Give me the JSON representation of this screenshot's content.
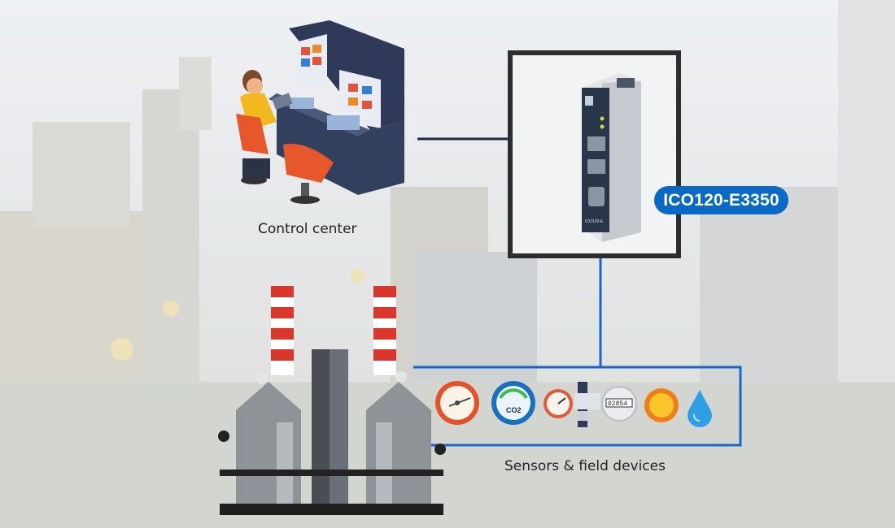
{
  "labels": {
    "control_center": "Control center",
    "sensors": "Sensors & field devices",
    "device_model": "ICO120-E3350"
  },
  "icons": [
    "control-center-operator-icon",
    "gateway-device-icon",
    "factory-chimney-icon",
    "pressure-gauge-icon",
    "co2-gauge-icon",
    "clock-gauge-icon",
    "flow-meter-icon",
    "counter-meter-icon",
    "sun-icon",
    "water-drop-icon"
  ],
  "device_text": "ICO120-E",
  "counter_value": "02854",
  "co2_text": "CO2",
  "colors": {
    "line_blue": "#1767c8",
    "line_dark": "#1d2a44",
    "badge": "#0a69c4",
    "console": "#2e3a57",
    "chimney_red": "#d9372b"
  }
}
